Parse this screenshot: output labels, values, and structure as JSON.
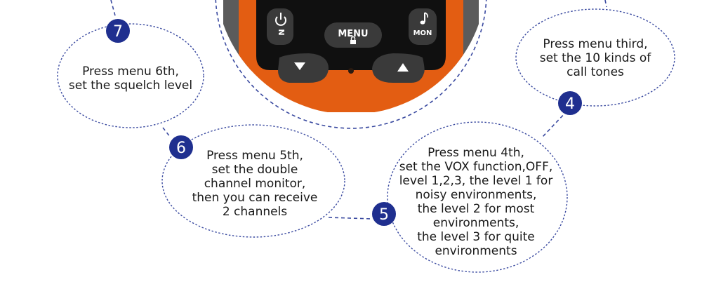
{
  "radio": {
    "menu_label": "MENU",
    "mon_label": "MON",
    "colors": {
      "body": "#e35d12",
      "face": "#101010",
      "button": "#3a3a3a"
    },
    "icons": [
      "power-icon",
      "music-note-icon",
      "lock-icon",
      "down-arrow-icon",
      "up-arrow-icon"
    ]
  },
  "steps": [
    {
      "number": "4",
      "lines": [
        "Press menu third,",
        "set the 10 kinds of",
        "call tones"
      ]
    },
    {
      "number": "5",
      "lines": [
        "Press menu 4th,",
        "set the VOX function,OFF,",
        "level 1,2,3, the level 1 for",
        "noisy environments,",
        "the level 2 for most",
        "environments,",
        "the level 3 for quite",
        "environments"
      ]
    },
    {
      "number": "6",
      "lines": [
        "Press menu 5th,",
        "set the double",
        "channel monitor,",
        "then you can receive",
        "2 channels"
      ]
    },
    {
      "number": "7",
      "lines": [
        "Press menu 6th,",
        "set the squelch level"
      ]
    }
  ],
  "colors": {
    "badge": "#1f2f8f",
    "dashed_line": "#3a4aa0"
  }
}
